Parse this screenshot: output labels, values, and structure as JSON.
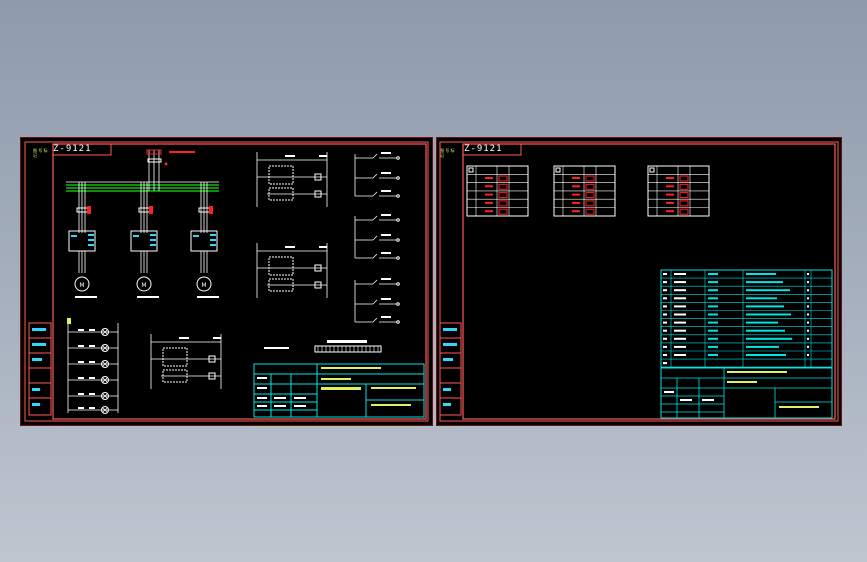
{
  "drawing_code": "Z-9121",
  "colors": {
    "background": "#000000",
    "frame": "#ff5a5a",
    "wire": "#ffffff",
    "accent": "#00e5e5",
    "bus_green": "#18e018",
    "symbol_cyan": "#30d8ff",
    "label_yellow": "#e0f060",
    "marker_red": "#ff2020"
  },
  "left_sheet": {
    "code": "Z-9121",
    "side_tag": "图 号 标 记",
    "motor_labels": [
      "M",
      "M",
      "M"
    ]
  },
  "right_sheet": {
    "code": "Z-9121",
    "side_tag": "图 号 标 记"
  }
}
